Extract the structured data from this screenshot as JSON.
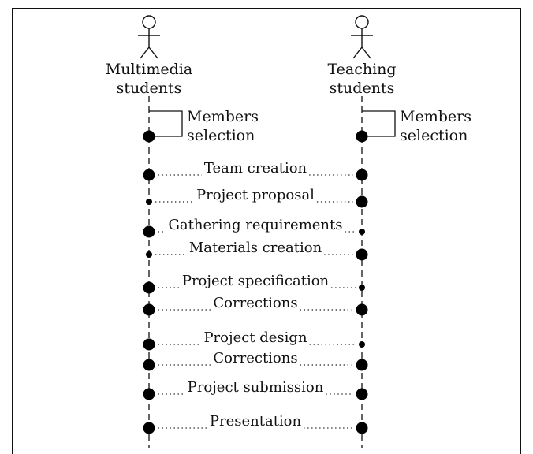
{
  "actors": [
    {
      "id": "multimedia",
      "lines": [
        "Multimedia",
        "students"
      ]
    },
    {
      "id": "teaching",
      "lines": [
        "Teaching",
        "students"
      ]
    }
  ],
  "self_messages": [
    {
      "actor": "multimedia",
      "lines": [
        "Members",
        "selection"
      ]
    },
    {
      "actor": "teaching",
      "lines": [
        "Members",
        "selection"
      ]
    }
  ],
  "messages": [
    {
      "label": "Team creation",
      "left_dot": "large",
      "right_dot": "large"
    },
    {
      "label": "Project proposal",
      "left_dot": "small",
      "right_dot": "large"
    },
    {
      "label": "Gathering requirements",
      "left_dot": "large",
      "right_dot": "small"
    },
    {
      "label": "Materials creation",
      "left_dot": "small",
      "right_dot": "large"
    },
    {
      "label": "Project specification",
      "left_dot": "large",
      "right_dot": "small"
    },
    {
      "label": "Corrections",
      "left_dot": "large",
      "right_dot": "large"
    },
    {
      "label": "Project design",
      "left_dot": "large",
      "right_dot": "small"
    },
    {
      "label": "Corrections",
      "left_dot": "large",
      "right_dot": "large"
    },
    {
      "label": "Project submission",
      "left_dot": "large",
      "right_dot": "large"
    },
    {
      "label": "Presentation",
      "left_dot": "large",
      "right_dot": "large"
    }
  ]
}
